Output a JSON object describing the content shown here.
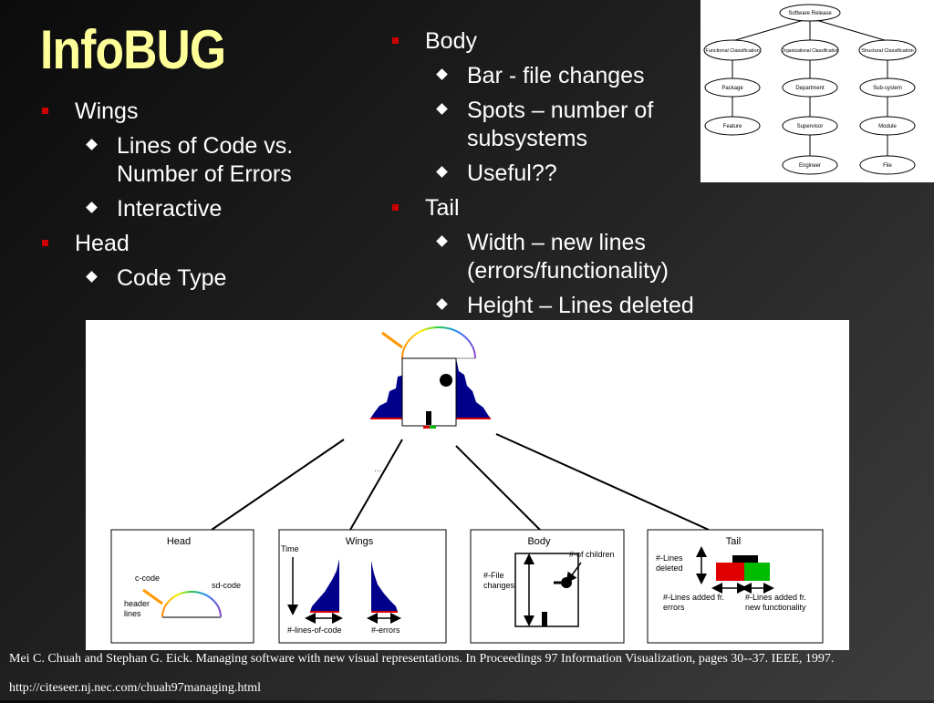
{
  "slide": {
    "title": "InfoBUG",
    "left_list": [
      {
        "label": "Wings",
        "sub": [
          "Lines of Code vs. Number of Errors",
          "Interactive"
        ]
      },
      {
        "label": "Head",
        "sub": [
          "Code Type"
        ]
      }
    ],
    "right_list": [
      {
        "label": "Body",
        "sub": [
          "Bar - file changes",
          "Spots – number of subsystems",
          "Useful??"
        ]
      },
      {
        "label": "Tail",
        "sub": [
          "Width – new lines (errors/functionality)",
          "Height – Lines deleted"
        ]
      }
    ],
    "citation": "Mei C. Chuah and Stephan G. Eick. Managing software with new visual representations. In Proceedings 97 Information Visualization, pages 30--37. IEEE, 1997. http://citeseer.nj.nec.com/chuah97managing.html"
  },
  "org_chart": {
    "root": "Software Release",
    "level1": [
      "Functional Classification",
      "Organizational Classification",
      "Structural Classification"
    ],
    "functional": [
      "Package",
      "Feature"
    ],
    "organizational": [
      "Department",
      "Supervisor",
      "Engineer"
    ],
    "structural": [
      "Sub-system",
      "Module",
      "File"
    ]
  },
  "diagram": {
    "ellipsis": "...",
    "head": {
      "title": "Head",
      "c_code": "c-code",
      "sd_code": "sd-code",
      "header_lines": "header lines"
    },
    "wings": {
      "title": "Wings",
      "time": "Time",
      "lines_of_code": "#-lines-of-code",
      "errors": "#-errors"
    },
    "body": {
      "title": "Body",
      "file_changes": "#-File changes",
      "children": "#-of children"
    },
    "tail": {
      "title": "Tail",
      "lines_deleted": "#-Lines deleted",
      "added_errors": "#-Lines added fr. errors",
      "added_functionality": "#-Lines added fr. new functionality"
    }
  },
  "colors": {
    "title": "#ffff99",
    "bullet": "#cc0000",
    "wing_fill": "#00008b",
    "tail_red": "#e00000",
    "tail_green": "#00bb00"
  }
}
